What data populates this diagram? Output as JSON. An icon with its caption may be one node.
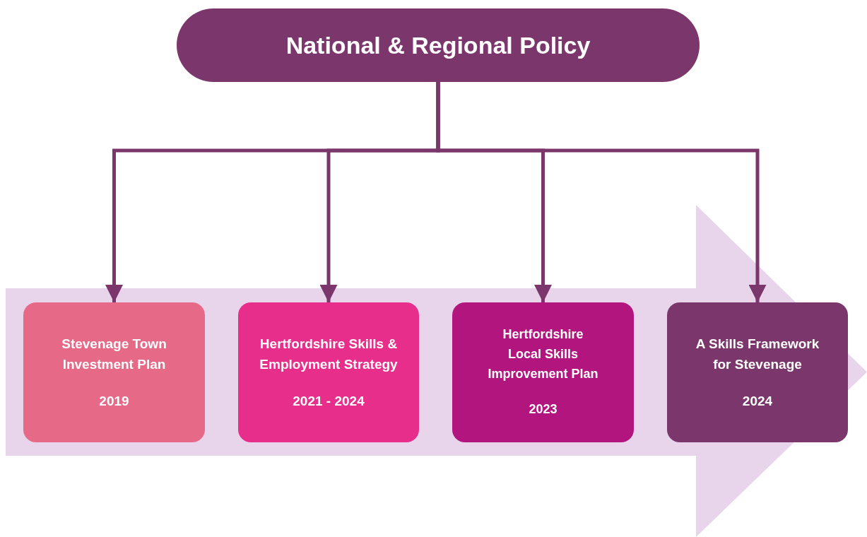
{
  "diagram": {
    "nodes": [
      {
        "text": [
          "National & Regional Policy"
        ]
      },
      {
        "text": [
          "Stevenage Town Investment Plan",
          "2019"
        ]
      },
      {
        "text": [
          "Hertfordshire Skills & Employment Strategy",
          "2021 - 2024"
        ]
      },
      {
        "text": [
          "Hertfordshire Local Skills Improvement Plan",
          "2023"
        ]
      },
      {
        "text": [
          "A Skills Framework for Stevenage",
          "2024"
        ]
      }
    ],
    "edges": [
      {
        "from": 0,
        "to": 1,
        "arrow": "to"
      },
      {
        "from": 0,
        "to": 2,
        "arrow": "to"
      },
      {
        "from": 0,
        "to": 3,
        "arrow": "to"
      },
      {
        "from": 0,
        "to": 4,
        "arrow": "to"
      },
      {
        "from": 1,
        "to": 4,
        "arrow": "to",
        "style": "thick",
        "color": "#e8d5ec"
      }
    ]
  }
}
